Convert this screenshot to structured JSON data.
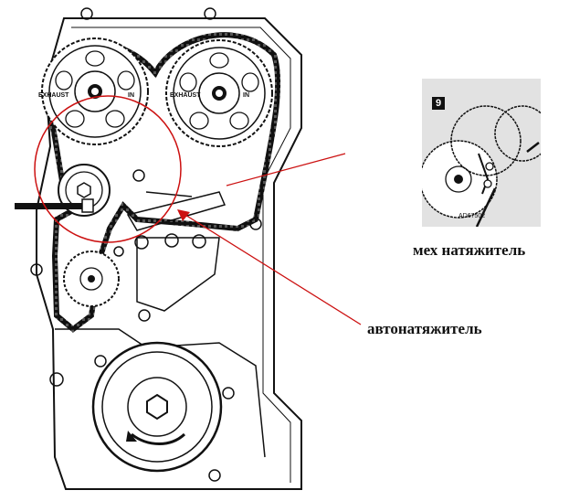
{
  "labels": {
    "mech_tensioner": "мех натяжитель",
    "auto_tensioner": "автонатяжитель"
  },
  "engine": {
    "exhaust_mark": "EXHAUST",
    "in_mark": "IN",
    "in_mark_right": "IN",
    "exhaust_mark_right": "EXHAUST"
  },
  "inset": {
    "step_number": "9",
    "drawing_code": "AD67502"
  },
  "colors": {
    "annotation": "#cc1111",
    "line_art": "#111111",
    "inset_bg": "#e2e2e2"
  },
  "icons": [
    "rotation-arrow-icon",
    "hex-bolt-icon"
  ]
}
